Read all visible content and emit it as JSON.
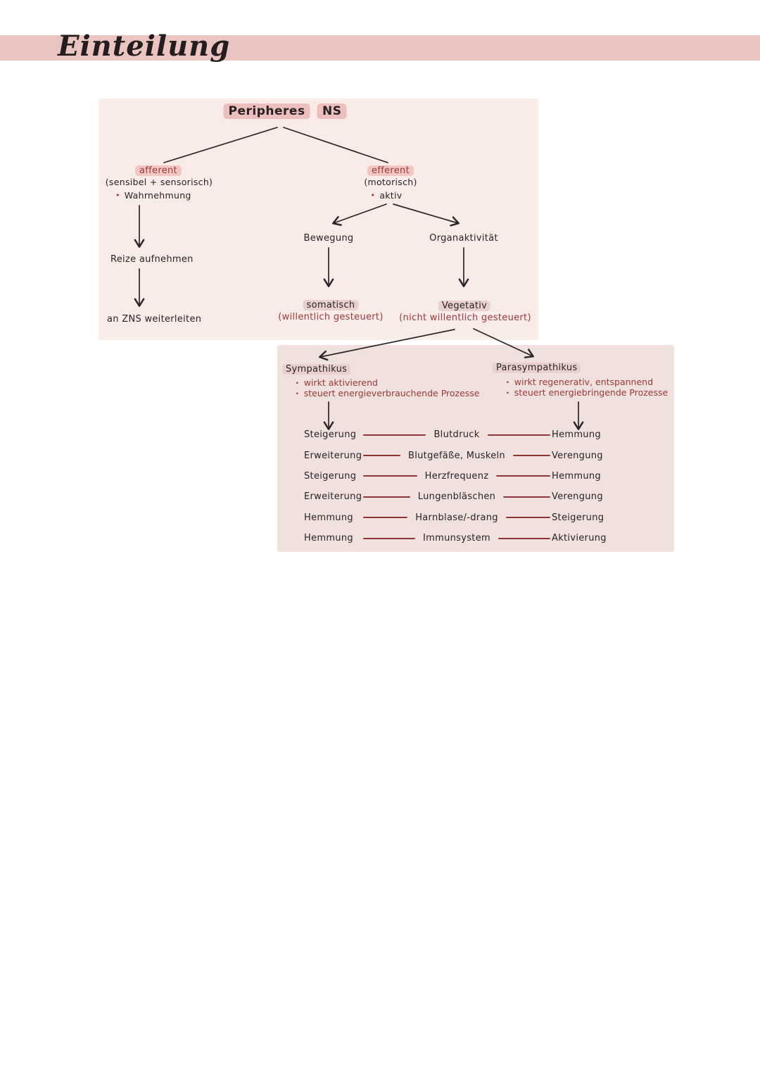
{
  "header": {
    "title": "Einteilung",
    "banner_color": "#e9c4c1"
  },
  "colors": {
    "panel1_bg": "#f9ebe8",
    "panel2_bg": "#f0e0de",
    "highlight": "#f2c7c3",
    "highlight_soft": "#e8d0cd",
    "ink_dark": "#2a2326",
    "ink_red": "#9c3838",
    "wire_red": "#8d3737"
  },
  "diagram": {
    "root": {
      "word1": "Peripheres",
      "word2": "NS"
    },
    "afferent": {
      "title": "afferent",
      "subtitle": "(sensibel + sensorisch)",
      "bullet": "Wahrnehmung",
      "step1": "Reize aufnehmen",
      "step2": "an ZNS weiterleiten"
    },
    "efferent": {
      "title": "efferent",
      "subtitle": "(motorisch)",
      "bullet": "aktiv",
      "bewegung": {
        "label": "Bewegung",
        "result": "somatisch",
        "result_note": "(willentlich gesteuert)"
      },
      "organaktivitaet": {
        "label": "Organaktivität",
        "result": "Vegetativ",
        "result_note": "(nicht willentlich gesteuert)"
      }
    }
  },
  "vegetative": {
    "sympathikus": {
      "title": "Sympathikus",
      "point1": "wirkt aktivierend",
      "point2": "steuert energieverbrauchende Prozesse"
    },
    "parasympathikus": {
      "title": "Parasympathikus",
      "point1": "wirkt regenerativ, entspannend",
      "point2": "steuert energiebringende Prozesse"
    },
    "table": {
      "rows": [
        {
          "sym": "Steigerung",
          "organ": "Blutdruck",
          "para": "Hemmung"
        },
        {
          "sym": "Erweiterung",
          "organ": "Blutgefäße, Muskeln",
          "para": "Verengung"
        },
        {
          "sym": "Steigerung",
          "organ": "Herzfrequenz",
          "para": "Hemmung"
        },
        {
          "sym": "Erweiterung",
          "organ": "Lungenbläschen",
          "para": "Verengung"
        },
        {
          "sym": "Hemmung",
          "organ": "Harnblase/-drang",
          "para": "Steigerung"
        },
        {
          "sym": "Hemmung",
          "organ": "Immunsystem",
          "para": "Aktivierung"
        }
      ]
    }
  }
}
